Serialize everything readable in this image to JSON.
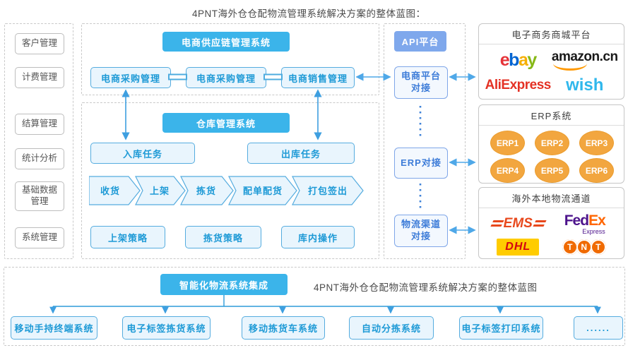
{
  "title": "4PNT海外仓仓配物流管理系统解决方案的整体蓝图：",
  "sidebar": {
    "items": [
      "客户管理",
      "计费管理",
      "结算管理",
      "统计分析",
      "基础数据\n管理",
      "系统管理"
    ]
  },
  "supply": {
    "header": "电商供应链管理系统",
    "modules": [
      "电商采购管理",
      "电商采购管理",
      "电商销售管理"
    ]
  },
  "warehouse": {
    "header": "仓库管理系统",
    "inbound": "入库任务",
    "outbound": "出库任务",
    "process": [
      "收货",
      "上架",
      "拣货",
      "配单配货",
      "打包签出"
    ],
    "strategies": [
      "上架策略",
      "拣货策略",
      "库内操作"
    ]
  },
  "api": {
    "header": "API平台",
    "nodes": [
      "电商平台\n对接",
      "ERP对接",
      "物流渠道\n对接"
    ]
  },
  "platforms": {
    "title": "电子商务商城平台",
    "ebay_letters": [
      "e",
      "b",
      "a",
      "y"
    ],
    "amazon": "amazon.cn",
    "aliexpress": "AliExpress",
    "wish": "wish"
  },
  "erp": {
    "title": "ERP系统",
    "items": [
      "ERP1",
      "ERP2",
      "ERP3",
      "ERP4",
      "ERP5",
      "ERP6"
    ]
  },
  "logistics": {
    "title": "海外本地物流通道",
    "ems": "EMS",
    "fedex_part1": "Fed",
    "fedex_part2": "Ex",
    "fedex_sub": "Express",
    "dhl": "DHL",
    "tnt_letters": [
      "T",
      "N",
      "T"
    ]
  },
  "bottom": {
    "header": "智能化物流系统集成",
    "caption": "4PNT海外仓仓配物流管理系统解决方案的整体蓝图",
    "systems": [
      "移动手持终端系统",
      "电子标签拣货系统",
      "移动拣货车系统",
      "自动分拣系统",
      "电子标签打印系统",
      "......"
    ]
  },
  "colors": {
    "header_blue": "#3bb4ea",
    "api_header_blue": "#7fa8ec",
    "node_fill": "#e9f5fd",
    "node_border": "#55acdf",
    "node_text": "#1e9ad6",
    "api_node_border": "#7fa6e8",
    "api_node_text": "#3d7cd8",
    "arrow_blue": "#3e9fe0",
    "erp_orange": "#f2a63f",
    "ebay": [
      "#e53238",
      "#0064d2",
      "#f5af02",
      "#86b817"
    ],
    "amazon_smile": "#ff9900",
    "aliexpress_red": "#e43225",
    "wish_blue": "#2fb7ec",
    "ems_orange": "#e8481c",
    "fedex_purple": "#4d148c",
    "fedex_orange": "#ff6600",
    "dhl_yellow": "#ffcc00",
    "dhl_red": "#d40511",
    "tnt_orange": "#f06a00"
  }
}
